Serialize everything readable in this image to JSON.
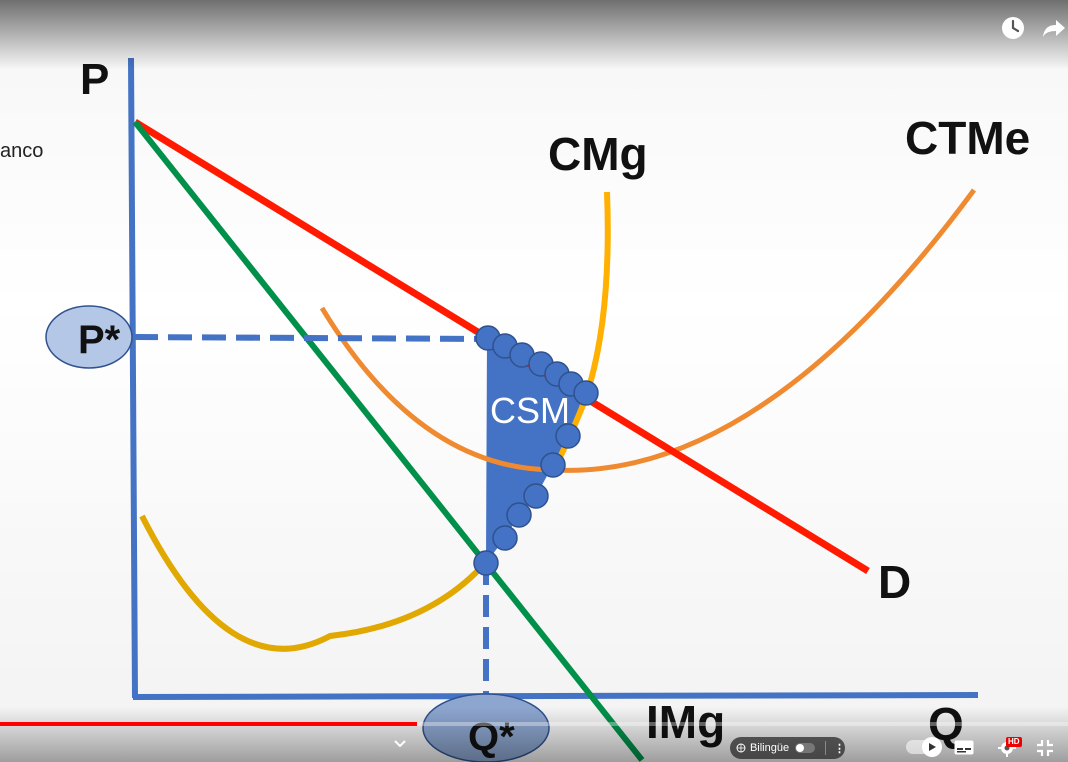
{
  "slide": {
    "side_fragment": "anco",
    "axis_y_label": "P",
    "axis_x_label": "Q",
    "price_marker": "P*",
    "quantity_marker": "Q*",
    "curves": {
      "cmg": "CMg",
      "ctme": "CTMe",
      "demand": "D",
      "img": "IMg"
    },
    "area_label": "CSM",
    "colors": {
      "axis": "#4472c4",
      "demand": "#ff1a00",
      "img": "#00904a",
      "cmg": "#ffb000",
      "cmg_lower": "#e0a800",
      "ctme": "#f08a30",
      "csm_fill": "#4472c4",
      "marker_fill": "#b4c7e7"
    }
  },
  "player": {
    "subtitle_mode_label": "Bilingüe",
    "more_menu": "⋮",
    "progress_percent": 39,
    "colors": {
      "progress": "#ff0000"
    },
    "icons": {
      "watch_later": "clock-icon",
      "share": "share-icon",
      "chevron": "chevron-down-icon",
      "autoplay": "autoplay-icon",
      "subtitles": "subtitles-icon",
      "settings": "gear-icon",
      "quality_badge": "HD",
      "fullscreen_exit": "exit-fullscreen-icon"
    }
  }
}
